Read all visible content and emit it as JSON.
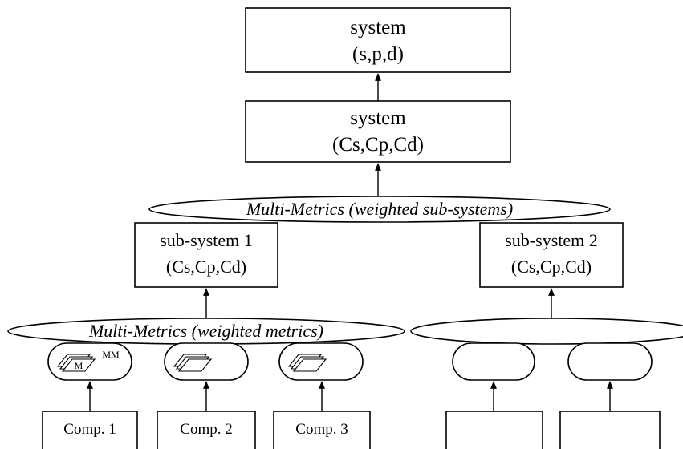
{
  "system_top": {
    "line1": "system",
    "line2": "(s,p,d)"
  },
  "system_mid": {
    "line1": "system",
    "line2": "(Cs,Cp,Cd)"
  },
  "mm_subsystems": {
    "label": "Multi-Metrics (weighted sub-systems)"
  },
  "subsystem_1": {
    "line1": "sub-system 1",
    "line2": "(Cs,Cp,Cd)"
  },
  "subsystem_2": {
    "line1": "sub-system 2",
    "line2": "(Cs,Cp,Cd)"
  },
  "mm_metrics": {
    "label": "Multi-Metrics (weighted metrics)"
  },
  "mm_metrics_2": {
    "label": ""
  },
  "metric_icons": {
    "first_sheet_label": "M",
    "first_badge": "MM"
  },
  "components": [
    "Comp. 1",
    "Comp. 2",
    "Comp. 3",
    "",
    ""
  ]
}
